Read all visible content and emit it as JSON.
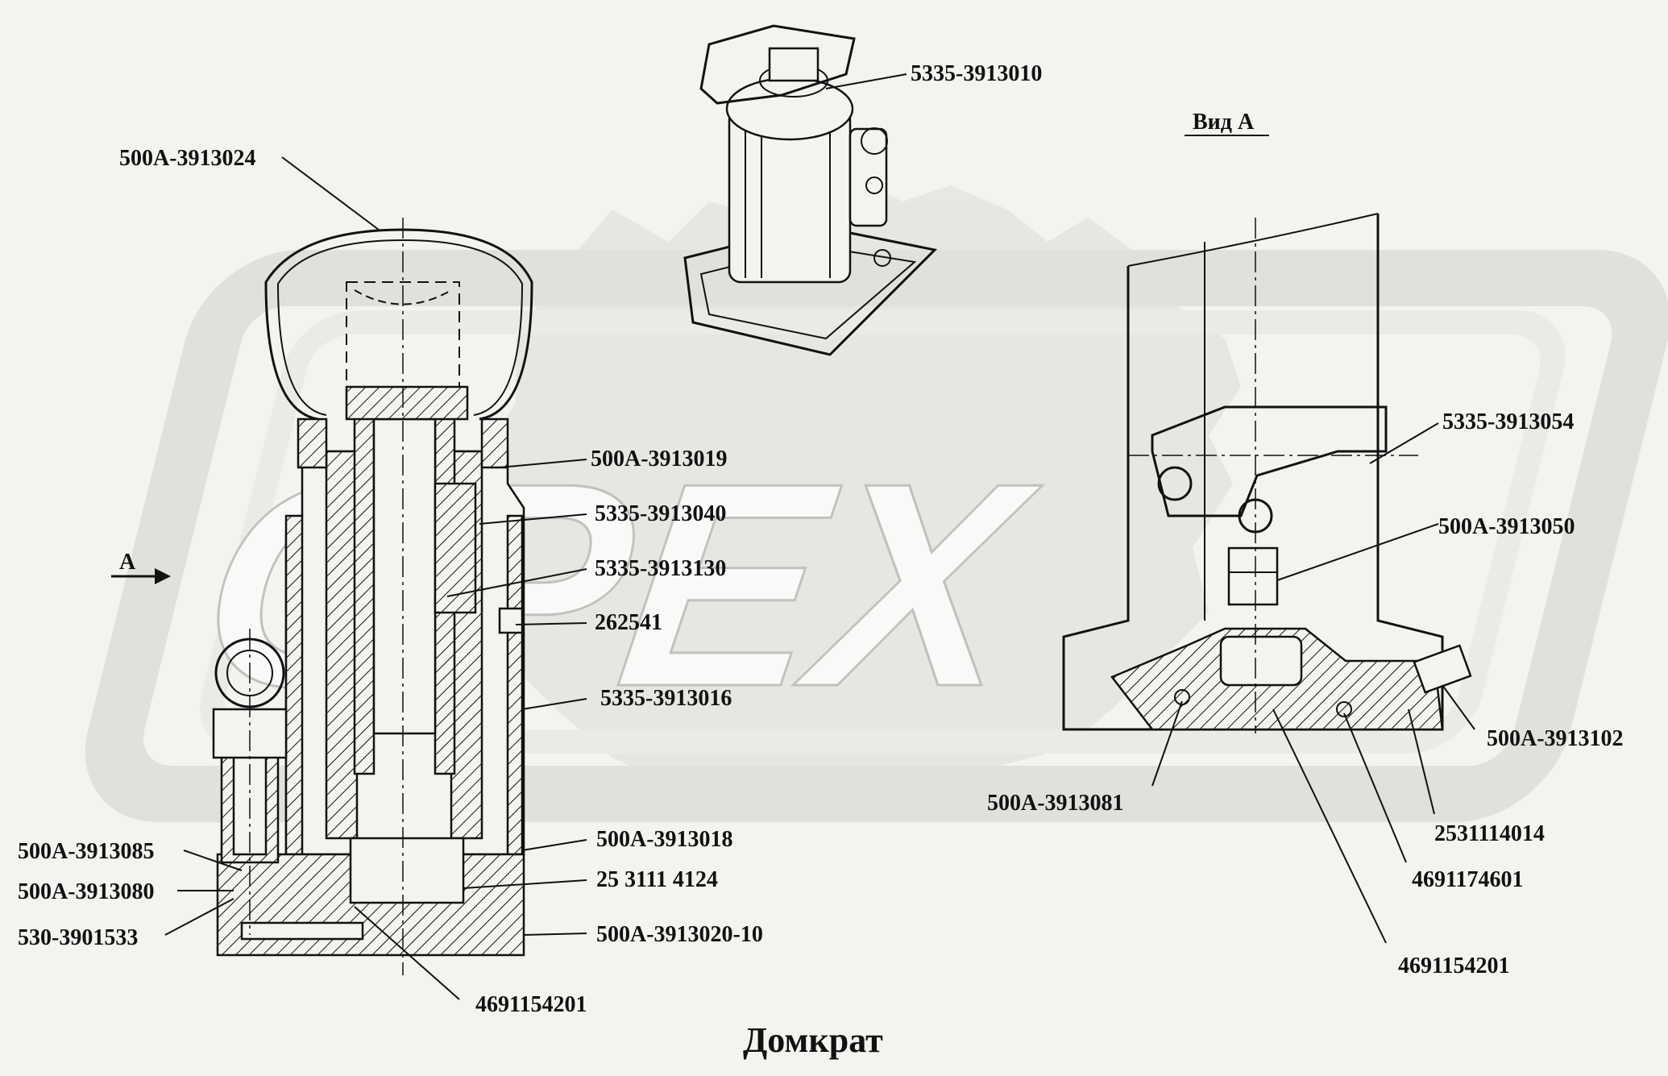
{
  "title": "Домкрат",
  "view_label": "Вид А",
  "arrow_label": "А",
  "watermark": "OPEX",
  "labels": {
    "p_5335_3913010": "5335-3913010",
    "p_500A_3913024": "500А-3913024",
    "p_500A_3913019": "500А-3913019",
    "p_5335_3913040": "5335-3913040",
    "p_5335_3913130": "5335-3913130",
    "p_262541": "262541",
    "p_5335_3913016": "5335-3913016",
    "p_500A_3913018": "500А-3913018",
    "p_25_3111_4124": "25 3111 4124",
    "p_500A_3913020_10": "500А-3913020-10",
    "p_4691154201_left": "4691154201",
    "p_500A_3913085": "500А-3913085",
    "p_500A_3913080": "500А-3913080",
    "p_530_3901533": "530-3901533",
    "p_5335_3913054": "5335-3913054",
    "p_500A_3913050": "500А-3913050",
    "p_500A_3913102": "500А-3913102",
    "p_500A_3913081": "500А-3913081",
    "p_2531114014": "2531114014",
    "p_4691174601": "4691174601",
    "p_4691154201_right": "4691154201"
  }
}
